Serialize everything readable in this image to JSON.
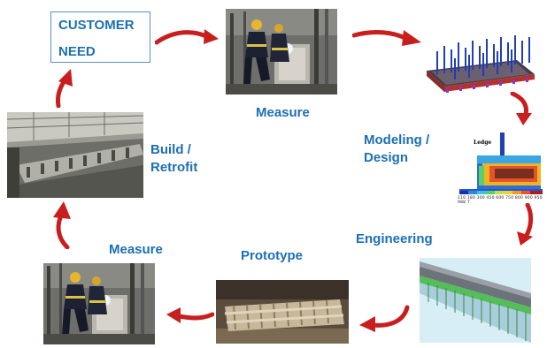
{
  "customer_need": {
    "line1": "CUSTOMER",
    "line2": "NEED"
  },
  "stages": {
    "measure_top": "Measure",
    "modeling_line1": "Modeling /",
    "modeling_line2": "Design",
    "engineering": "Engineering",
    "prototype": "Prototype",
    "measure_bottom": "Measure",
    "build_line1": "Build /",
    "build_line2": "Retrofit"
  },
  "simulation": {
    "ledge_label": "Ledge",
    "scale_values": "110 180 300 450 600 750 800 900 950 988 T"
  },
  "colors": {
    "label": "#1c6fb3",
    "arrow": "#c81e1e",
    "box_border": "#5a8fc8"
  },
  "icons": [
    "curved-red-arrow"
  ]
}
